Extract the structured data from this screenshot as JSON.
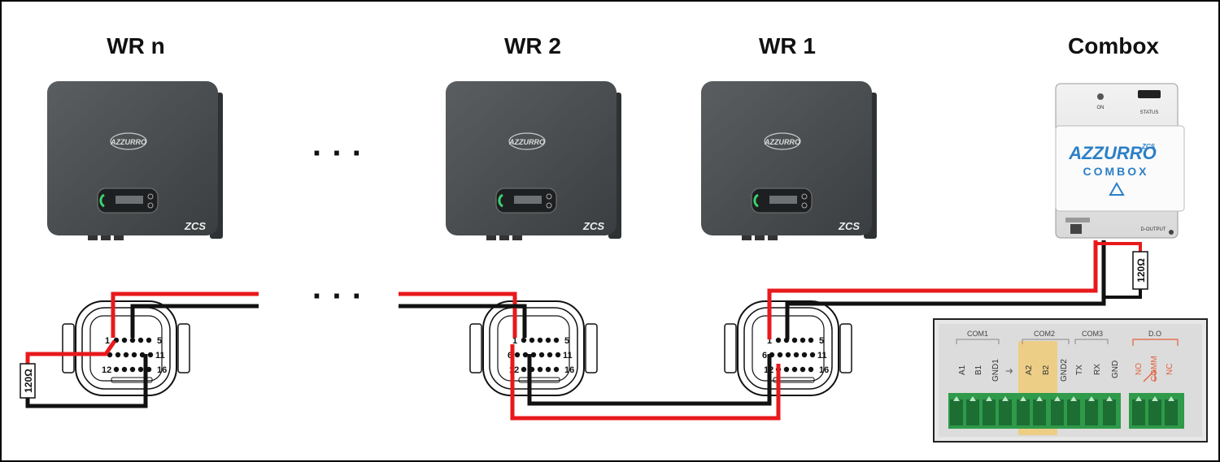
{
  "titles": {
    "wr_n": "WR n",
    "wr_2": "WR 2",
    "wr_1": "WR 1",
    "combox": "Combox"
  },
  "ellipsis": "· · ·",
  "inverter": {
    "brand": "AZZURRO",
    "logo": "ZCS"
  },
  "connector_pins": {
    "p1": "1",
    "p5": "5",
    "p6": "6",
    "p11": "11",
    "p12": "12",
    "p16": "16"
  },
  "resistor_label": "120Ω",
  "combox_device": {
    "brand": "AZZURRO",
    "sub": "ZCS",
    "name": "COMBOX",
    "led_on": "ON",
    "led_status": "STATUS",
    "d_output": "D-OUTPUT"
  },
  "terminal_block": {
    "groups": [
      "COM1",
      "COM2",
      "COM3",
      "D.O"
    ],
    "terminals": [
      "A1",
      "B1",
      "GND1",
      "⏚",
      "A2",
      "B2",
      "GND2",
      "TX",
      "RX",
      "GND",
      "NO",
      "COMM",
      "NC"
    ],
    "highlighted": [
      "A2",
      "B2"
    ]
  },
  "colors": {
    "wire_a": "#e8191c",
    "wire_b": "#111111",
    "inverter_body": "#4b4f51",
    "terminal_green": "#2e9a4a",
    "highlight": "#f2c96b"
  }
}
